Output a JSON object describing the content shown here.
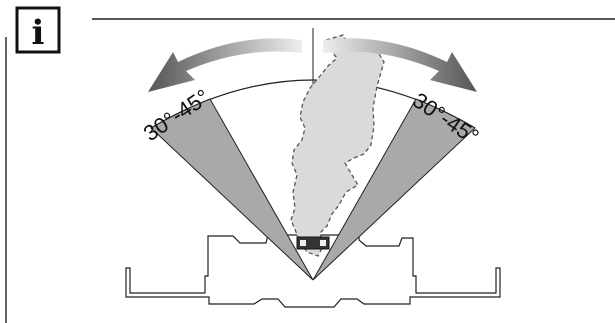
{
  "info_icon": {
    "icon": "info-icon",
    "glyph": "i"
  },
  "angle_labels": {
    "left": "30°-45°",
    "right": "30°-45°"
  },
  "colors": {
    "wedge": "#a9a9a9",
    "arrow": "#555555",
    "silhouette": "#dadada",
    "frame": "#222222"
  }
}
